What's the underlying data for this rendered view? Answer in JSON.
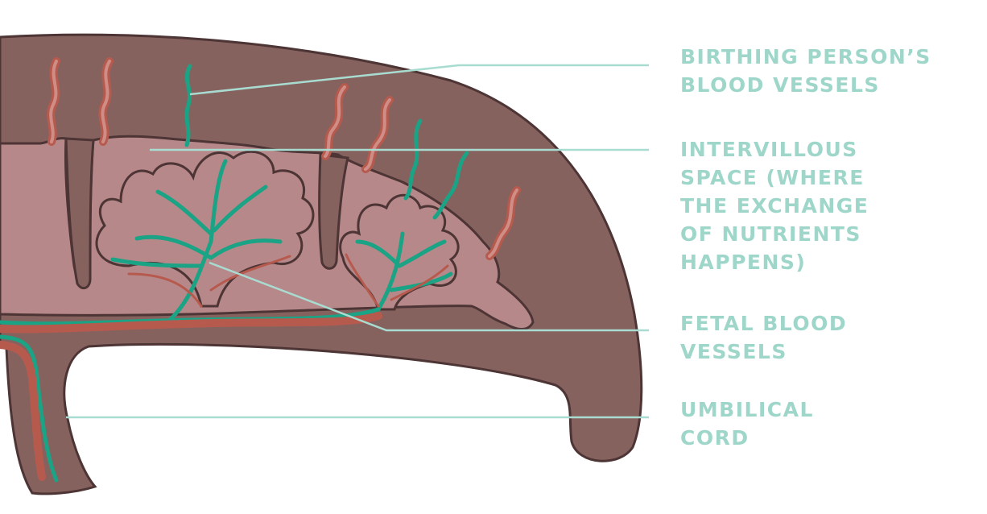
{
  "labels": [
    {
      "lines": [
        "BIRTHING PERSON’S",
        "BLOOD VESSELS"
      ]
    },
    {
      "lines": [
        "INTERVILLOUS",
        "SPACE (WHERE",
        "THE EXCHANGE",
        "OF NUTRIENTS",
        "HAPPENS)"
      ]
    },
    {
      "lines": [
        "FETAL BLOOD",
        "VESSELS"
      ]
    },
    {
      "lines": [
        "UMBILICAL",
        "CORD"
      ]
    }
  ],
  "colors": {
    "placenta_tissue": "#86625f",
    "intervillous_space": "#b7888a",
    "outline": "#4d3435",
    "fetal_vessel": "#1aa384",
    "maternal_vessel": "#b75a4e",
    "maternal_vessel_core": "#cf8d86",
    "leader_line": "#a9dcd1",
    "label_text": "#9ed6c9"
  }
}
